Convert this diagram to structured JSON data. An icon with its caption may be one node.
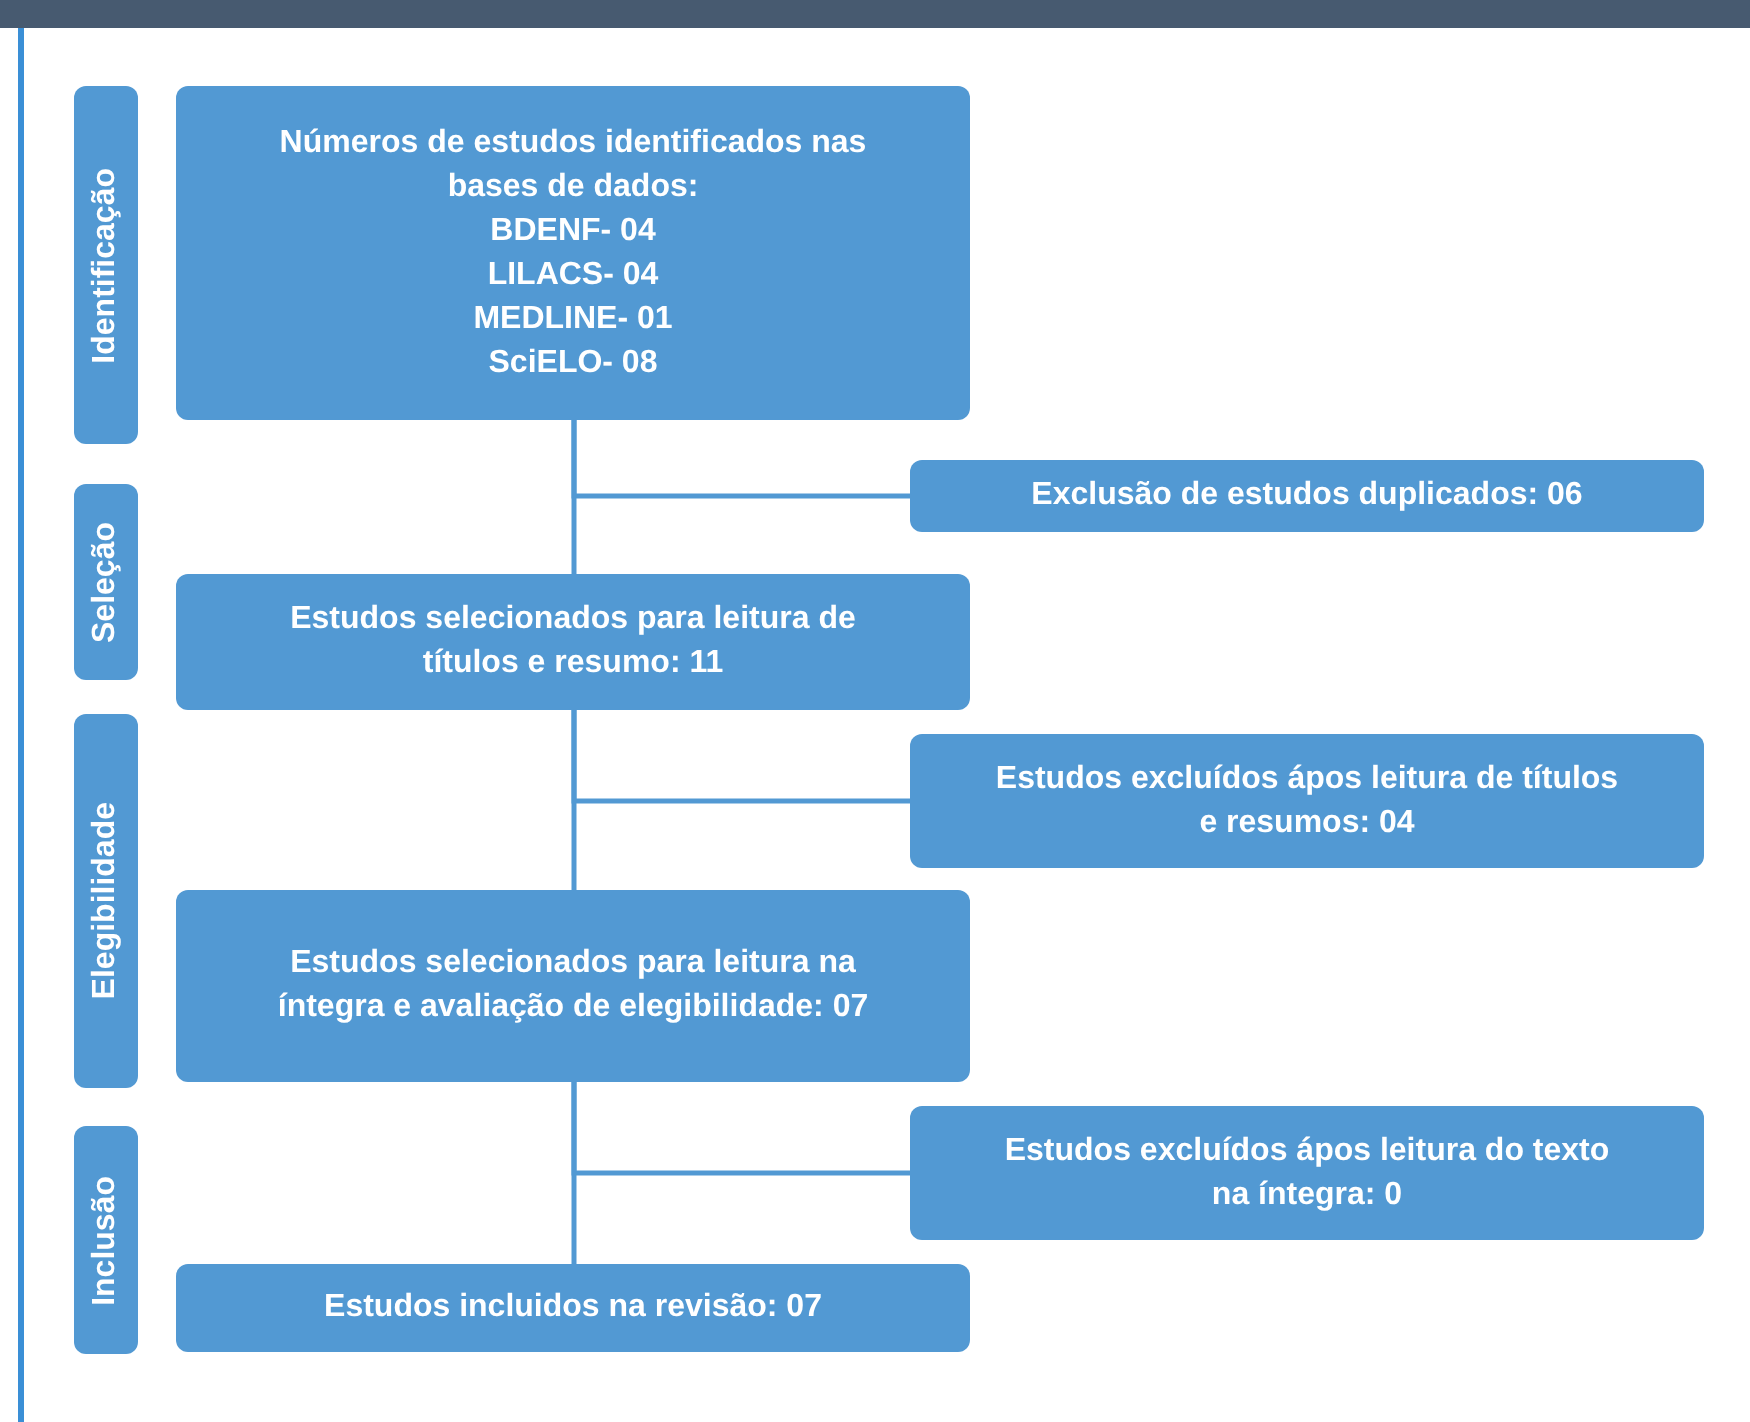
{
  "diagram": {
    "nodes": [
      {
        "text": [
          "Identificação"
        ]
      },
      {
        "text": [
          "Seleção"
        ]
      },
      {
        "text": [
          "Elegibilidade"
        ]
      },
      {
        "text": [
          "Inclusão"
        ]
      },
      {
        "text": [
          "Números de estudos identificados nas bases de dados:",
          "BDENF- 04",
          "LILACS- 04",
          "MEDLINE- 01",
          "SciELO- 08"
        ]
      },
      {
        "text": [
          "Exclusão de estudos duplicados: 06"
        ]
      },
      {
        "text": [
          "Estudos selecionados para leitura de títulos e resumo: 11"
        ]
      },
      {
        "text": [
          "Estudos excluídos ápos leitura de títulos e resumos: 04"
        ]
      },
      {
        "text": [
          "Estudos selecionados para leitura na íntegra e avaliação de elegibilidade: 07"
        ]
      },
      {
        "text": [
          "Estudos excluídos ápos leitura do texto na íntegra: 0"
        ]
      },
      {
        "text": [
          "Estudos incluidos na revisão: 07"
        ]
      }
    ],
    "edges": [
      {
        "from": 4,
        "to": 6,
        "arrow": "none"
      },
      {
        "from": 4,
        "to": 5,
        "arrow": "none"
      },
      {
        "from": 6,
        "to": 8,
        "arrow": "none"
      },
      {
        "from": 6,
        "to": 7,
        "arrow": "none"
      },
      {
        "from": 8,
        "to": 10,
        "arrow": "none"
      },
      {
        "from": 8,
        "to": 9,
        "arrow": "none"
      }
    ]
  }
}
